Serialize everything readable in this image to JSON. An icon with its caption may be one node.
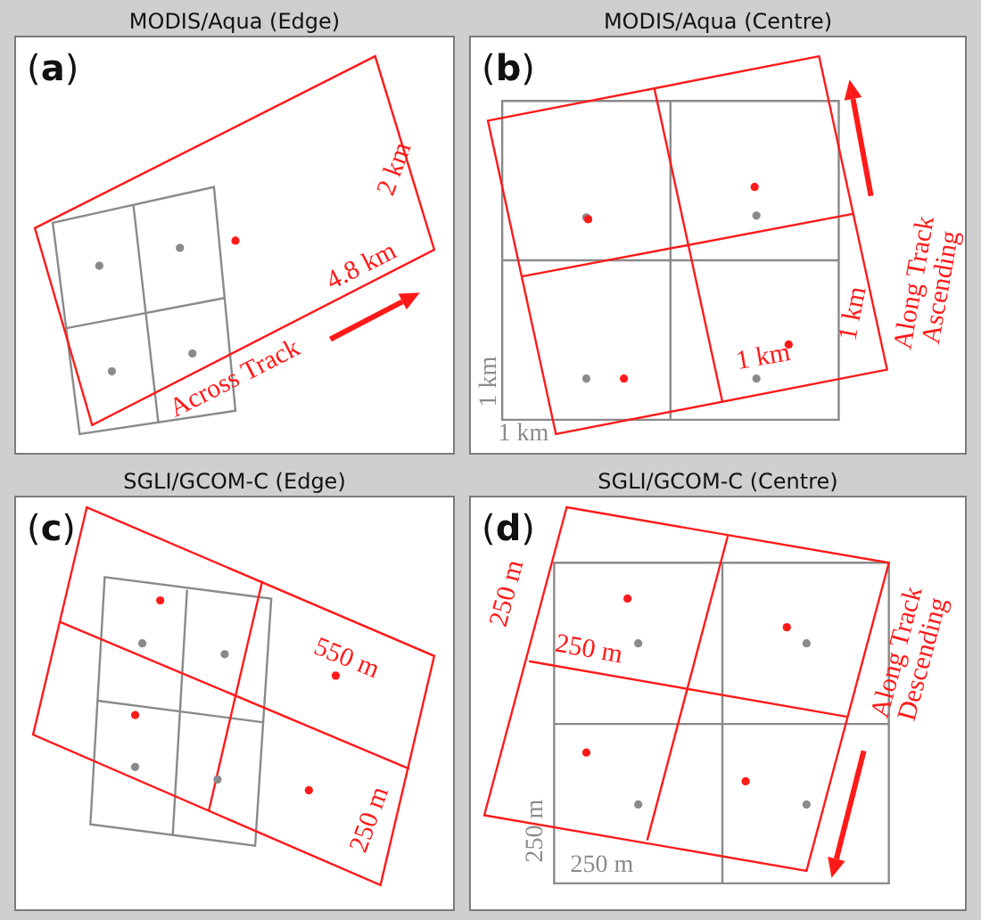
{
  "diagram": {
    "nodes": [
      {
        "text": [
          "MODIS/Aqua (Edge)",
          "(**a**)"
        ]
      },
      {
        "text": [
          "MODIS/Aqua (Centre)",
          "(**b**)"
        ]
      },
      {
        "text": [
          "SGLI/GCOM-C (Edge)",
          "(**c**)"
        ]
      },
      {
        "text": [
          "SGLI/GCOM-C (Centre)",
          "(**d**)"
        ]
      }
    ],
    "edges": [],
    "labels": [
      "2 km",
      "4.8 km",
      "Across Track",
      "1 km",
      "1 km",
      "Along Track Ascending",
      "1 km",
      "1 km",
      "550 m",
      "250 m",
      "250 m",
      "250 m",
      "Along Track Descending",
      "250 m",
      "250 m"
    ]
  }
}
